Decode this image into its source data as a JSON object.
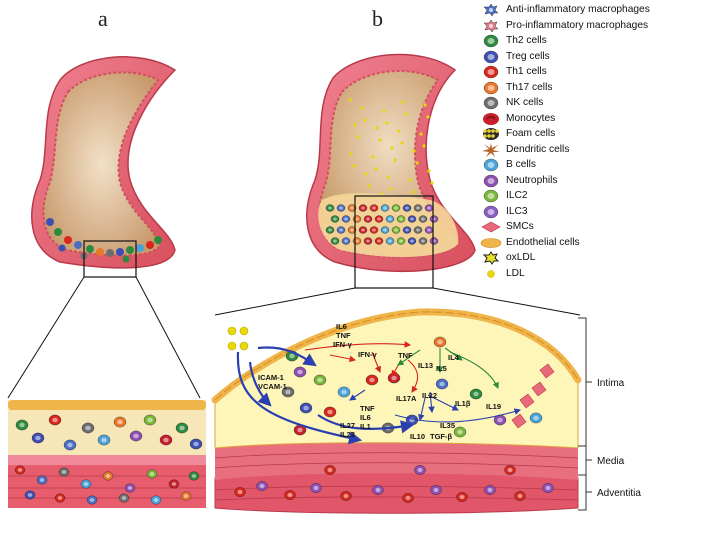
{
  "panels": {
    "a": "a",
    "b": "b"
  },
  "legend": [
    {
      "label": "Anti-inflammatory macrophages",
      "icon": "anti-inflammatory-macrophage-icon",
      "color": "#4a6fc4"
    },
    {
      "label": "Pro-inflammatory macrophages",
      "icon": "pro-inflammatory-macrophage-icon",
      "color": "#e07a86"
    },
    {
      "label": "Th2 cells",
      "icon": "th2-cell-icon",
      "color": "#2e8b3e"
    },
    {
      "label": "Treg cells",
      "icon": "treg-cell-icon",
      "color": "#3d4fb0"
    },
    {
      "label": "Th1 cells",
      "icon": "th1-cell-icon",
      "color": "#d9261c"
    },
    {
      "label": "Th17 cells",
      "icon": "th17-cell-icon",
      "color": "#e8772a"
    },
    {
      "label": "NK cells",
      "icon": "nk-cell-icon",
      "color": "#6e6e6e"
    },
    {
      "label": "Monocytes",
      "icon": "monocyte-icon",
      "color": "#c8202a"
    },
    {
      "label": "Foam cells",
      "icon": "foam-cell-icon",
      "color": "#e8d23a"
    },
    {
      "label": "Dendritic cells",
      "icon": "dendritic-cell-icon",
      "color": "#b5652a"
    },
    {
      "label": "B cells",
      "icon": "b-cell-icon",
      "color": "#4aa3d9"
    },
    {
      "label": "Neutrophils",
      "icon": "neutrophil-icon",
      "color": "#8e4fb0"
    },
    {
      "label": "ILC2",
      "icon": "ilc2-icon",
      "color": "#7ab83a"
    },
    {
      "label": "ILC3",
      "icon": "ilc3-icon",
      "color": "#8a5cc0"
    },
    {
      "label": "SMCs",
      "icon": "smc-icon",
      "color": "#e86a7a"
    },
    {
      "label": "Endothelial cells",
      "icon": "endothelial-cell-icon",
      "color": "#f0b54a"
    },
    {
      "label": "oxLDL",
      "icon": "oxldl-icon",
      "color": "#e8e02a"
    },
    {
      "label": "LDL",
      "icon": "ldl-icon",
      "color": "#e8d80a"
    }
  ],
  "layers": {
    "intima": "Intima",
    "media": "Media",
    "adventitia": "Adventitia"
  },
  "labels": {
    "icam": "ICAM-1",
    "vcam": "VCAM-1",
    "il6_top": "IL6",
    "tnf_top": "TNF",
    "ifng_top": "IFN-γ",
    "ifng_mid": "IFN-γ",
    "tnf_mid": "TNF",
    "il13": "IL13",
    "il4": "IL4",
    "il5": "IL5",
    "il22": "IL22",
    "il17a": "IL17A",
    "il1b": "IL1β",
    "il19": "IL19",
    "tnf_low": "TNF",
    "il6_low": "IL6",
    "il1_low": "IL1",
    "il27": "IL27",
    "il23": "IL23",
    "il35": "IL35",
    "il10": "IL10",
    "tgfb": "TGF-β"
  }
}
